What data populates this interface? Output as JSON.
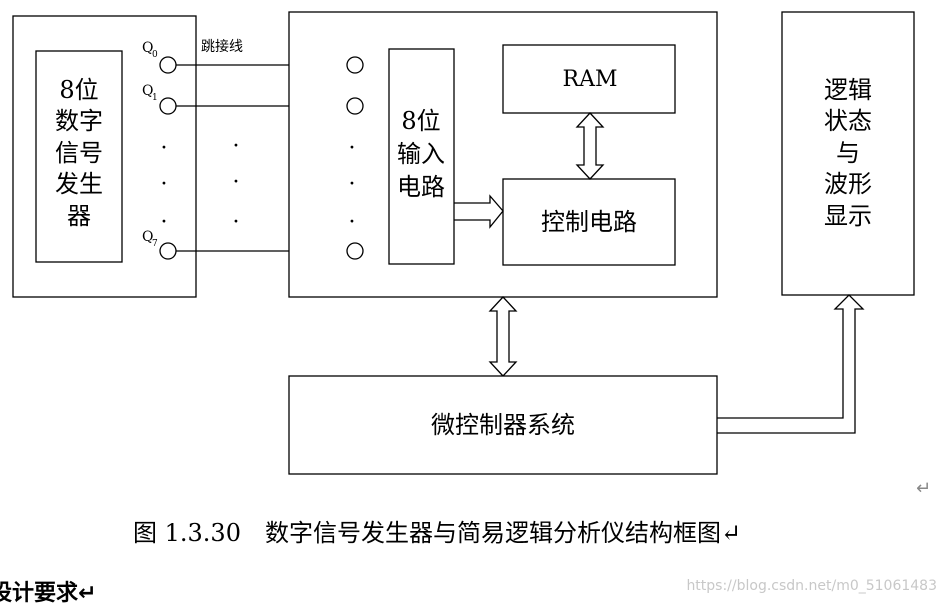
{
  "signal_generator": {
    "label_lines": [
      "8位",
      "数字",
      "信号",
      "发生",
      "器"
    ]
  },
  "jumper_label": "跳接线",
  "pins": [
    {
      "letter": "Q",
      "sub": "0"
    },
    {
      "letter": "Q",
      "sub": "1"
    },
    {
      "letter": "Q",
      "sub": "7"
    }
  ],
  "input_circuit": {
    "label_lines": [
      "8位",
      "输入",
      "电路"
    ]
  },
  "ram_label": "RAM",
  "control_circuit_label": "控制电路",
  "microcontroller_label": "微控制器系统",
  "display": {
    "label_lines": [
      "逻辑",
      "状态",
      "与",
      "波形",
      "显示"
    ]
  },
  "ellipsis_dot": "·",
  "return_mark": "↵",
  "caption": "图 1.3.30　数字信号发生器与简易逻辑分析仪结构框图↵",
  "heading_fragment": "设计要求↵",
  "watermark": "https://blog.csdn.net/m0_51061483"
}
